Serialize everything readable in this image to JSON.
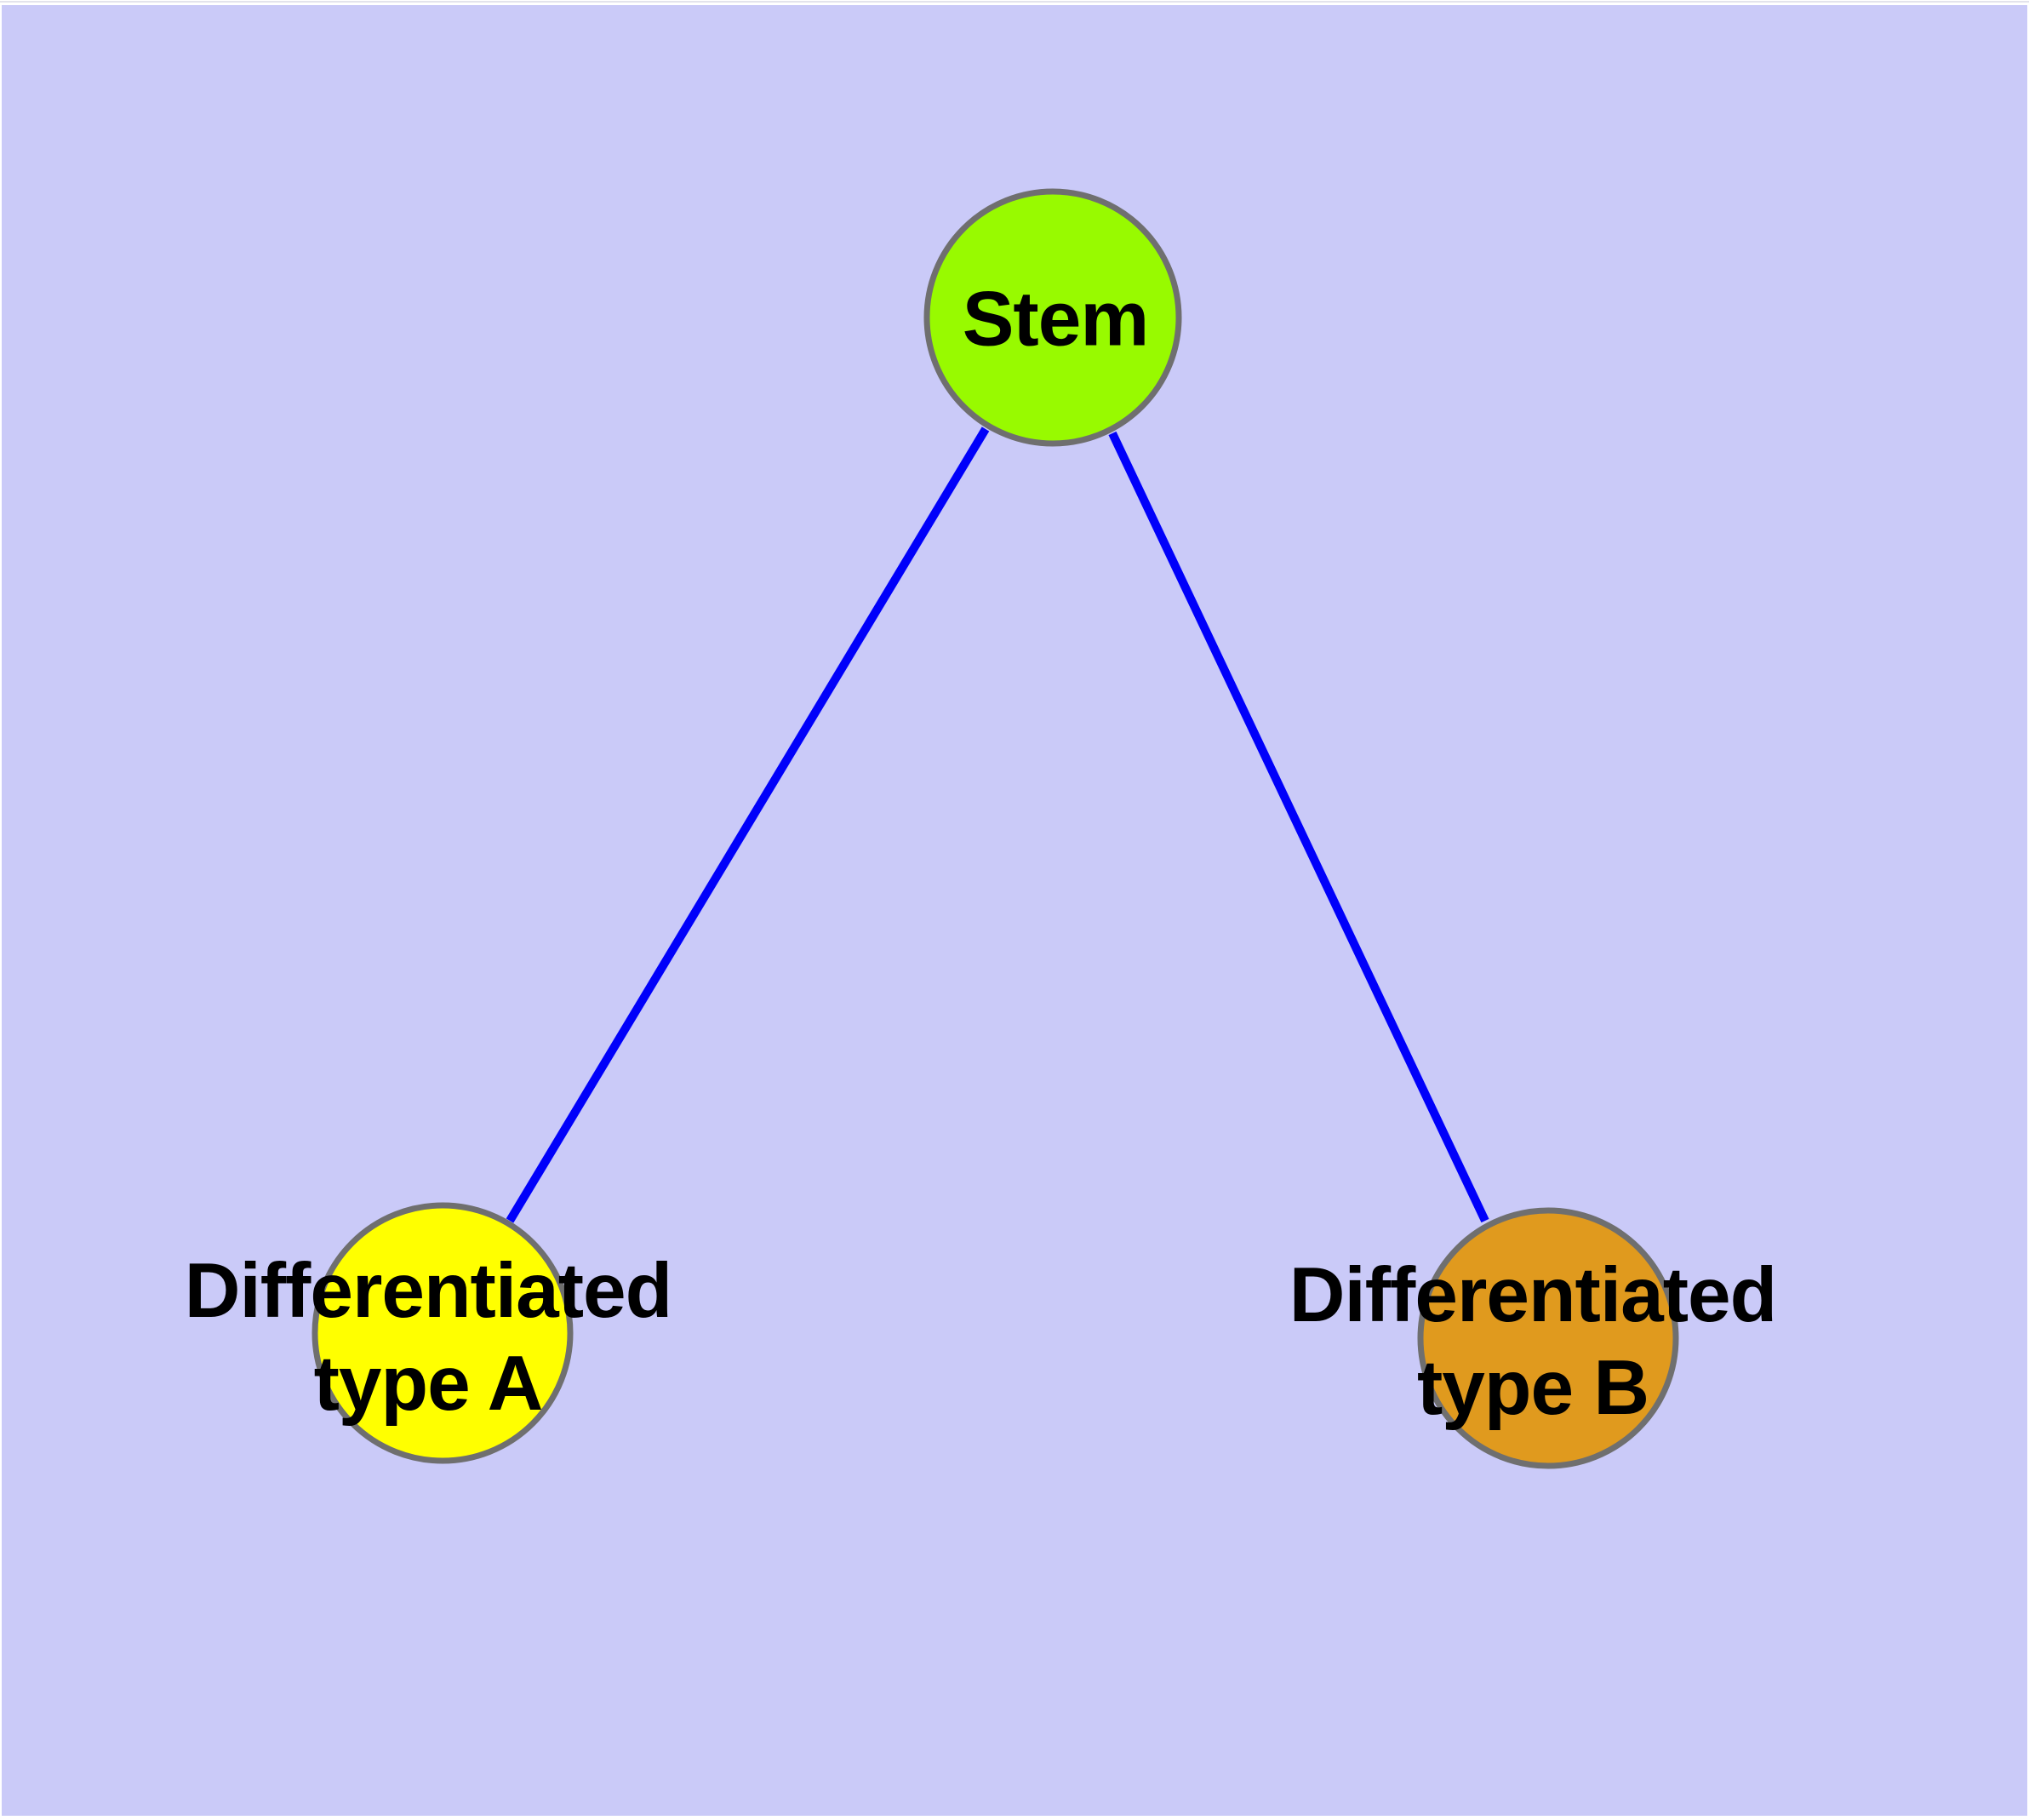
{
  "diagram": {
    "type": "graph",
    "background_color": "#cacaf8",
    "frame_color": "#ffffff",
    "edge_color": "#0000fa",
    "node_border_color": "#6f6f6f",
    "label_color": "#000000",
    "nodes": [
      {
        "id": "stem",
        "label": "Stem",
        "lines": [
          "Stem"
        ],
        "fill_color": "#98fa00",
        "shape": "circle"
      },
      {
        "id": "differentiated-type-a",
        "label": "Differentiated type A",
        "lines": [
          "Differentiated",
          "type A"
        ],
        "fill_color": "#ffff00",
        "shape": "circle"
      },
      {
        "id": "differentiated-type-b",
        "label": "Differentiated type B",
        "lines": [
          "Differentiated",
          "type B"
        ],
        "fill_color": "#e09a1e",
        "shape": "circle"
      }
    ],
    "edges": [
      {
        "from": "stem",
        "to": "differentiated-type-a"
      },
      {
        "from": "stem",
        "to": "differentiated-type-b"
      }
    ]
  }
}
